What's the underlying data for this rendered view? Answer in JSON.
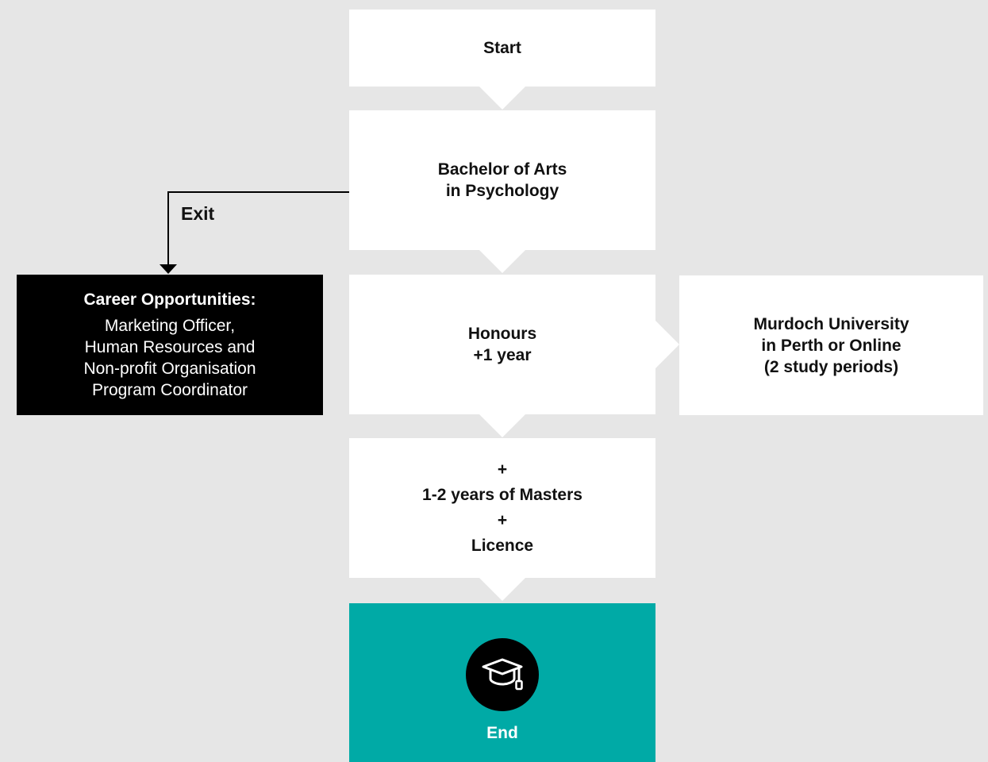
{
  "start": {
    "label": "Start"
  },
  "bachelor": {
    "lines": [
      "Bachelor of Arts",
      "in Psychology"
    ]
  },
  "honours": {
    "lines": [
      "Honours",
      "+1 year"
    ]
  },
  "murdoch": {
    "lines": [
      "Murdoch University",
      "in Perth or Online",
      "(2 study periods)"
    ]
  },
  "masters": {
    "lines": [
      "+",
      "1-2 years of Masters",
      "+",
      "Licence"
    ]
  },
  "end": {
    "label": "End",
    "icon": "graduation-cap-icon"
  },
  "exit": {
    "label": "Exit"
  },
  "career": {
    "title": "Career Opportunities:",
    "lines": [
      "Marketing Officer,",
      "Human Resources and",
      "Non-profit Organisation",
      "Program Coordinator"
    ]
  },
  "colors": {
    "background": "#e6e6e6",
    "box": "#ffffff",
    "career_box": "#000000",
    "end_box": "#00aaa6"
  }
}
